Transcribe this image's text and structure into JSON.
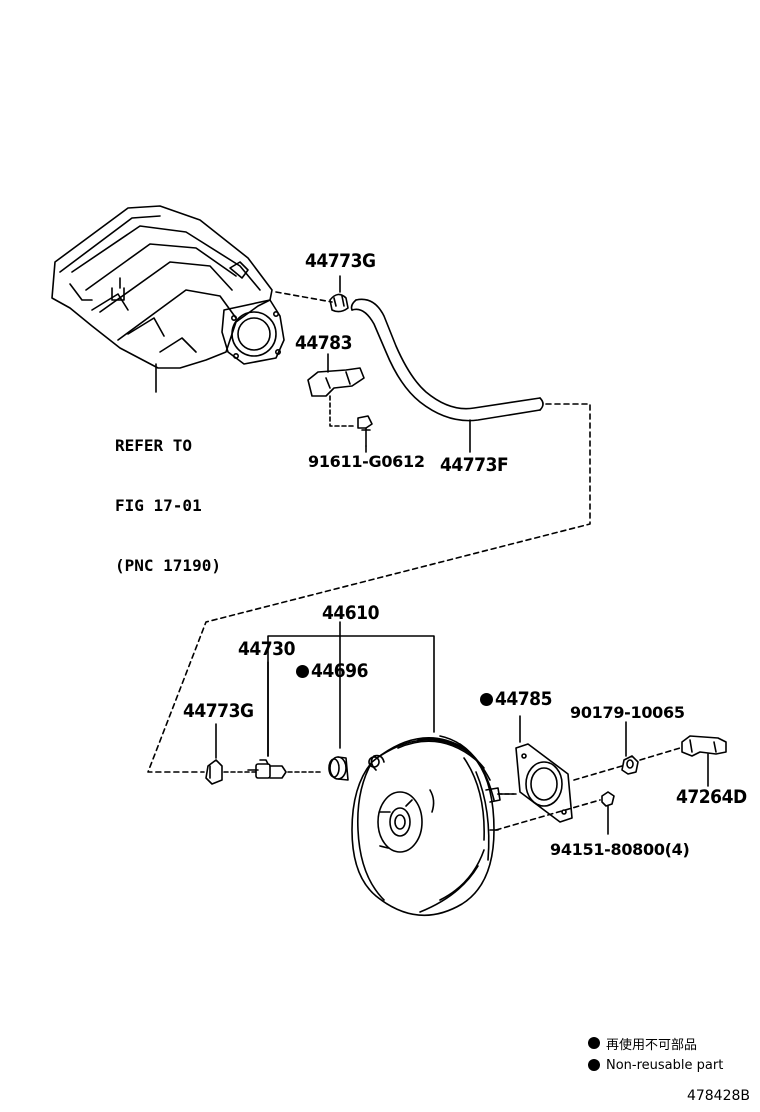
{
  "labels": {
    "p44773g_top": "44773G",
    "p44783": "44783",
    "p91611": "91611-G0612",
    "p44773f": "44773F",
    "ref_line1": "REFER TO",
    "ref_line2": "FIG 17-01",
    "ref_line3": "(PNC 17190)",
    "p44610": "44610",
    "p44730": "44730",
    "p44696": "44696",
    "p44773g_bottom": "44773G",
    "p44785": "44785",
    "p90179": "90179-10065",
    "p47264d": "47264D",
    "p94151": "94151-80800(4)"
  },
  "legend": {
    "line_jp": "再使用不可部品",
    "line_en": "Non-reusable part"
  },
  "figure_id": "478428B"
}
